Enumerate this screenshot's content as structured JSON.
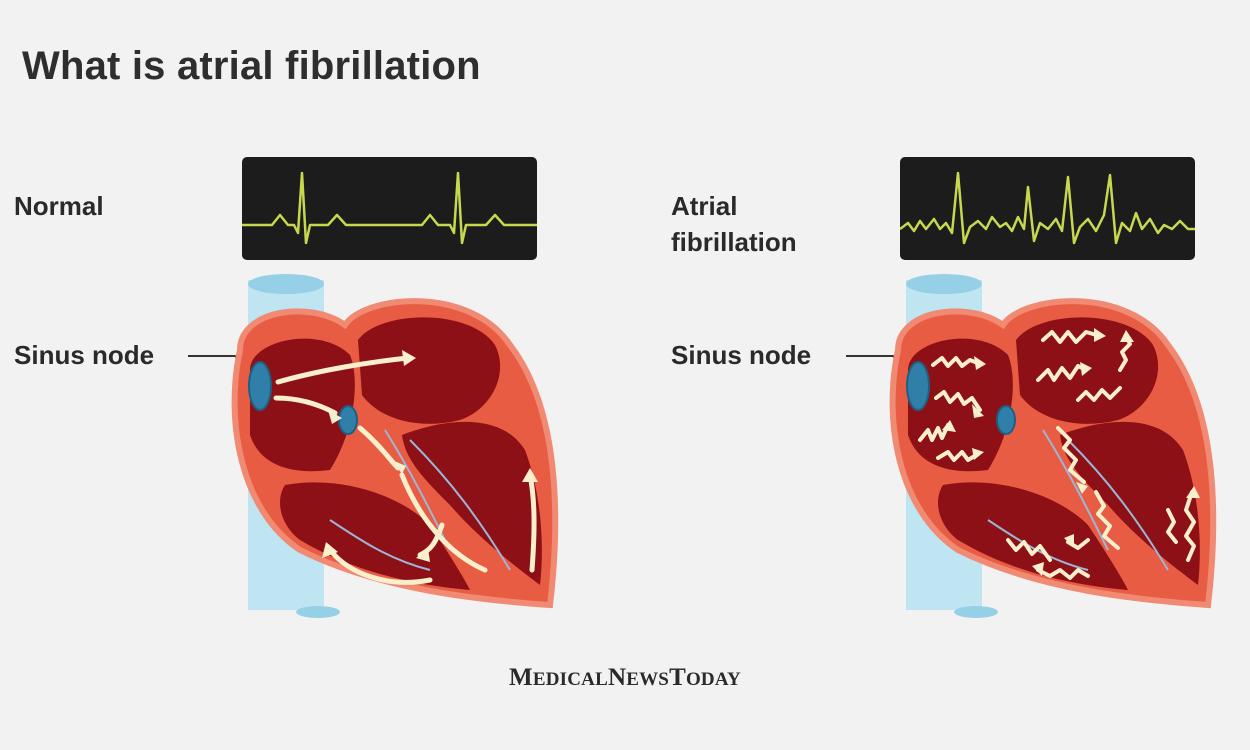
{
  "title": "What is atrial fibrillation",
  "panels": {
    "normal": {
      "label": "Normal",
      "node_label": "Sinus node"
    },
    "afib": {
      "label_line1": "Atrial",
      "label_line2": "fibrillation",
      "node_label": "Sinus node"
    }
  },
  "logo": {
    "m_cap": "M",
    "m_rest": "EDICAL",
    "n_cap": "N",
    "n_rest": "EWS",
    "t_cap": "T",
    "t_rest": "ODAY"
  },
  "colors": {
    "background": "#f2f2f2",
    "ecg_screen": "#1c1c1c",
    "ecg_trace": "#c7d84f",
    "heart_outer": "#e85c44",
    "heart_chamber": "#8c1015",
    "conduction_arrow": "#f8efcc",
    "sinus_node": "#2f7fa8",
    "vessel": "#bfe4f2"
  }
}
